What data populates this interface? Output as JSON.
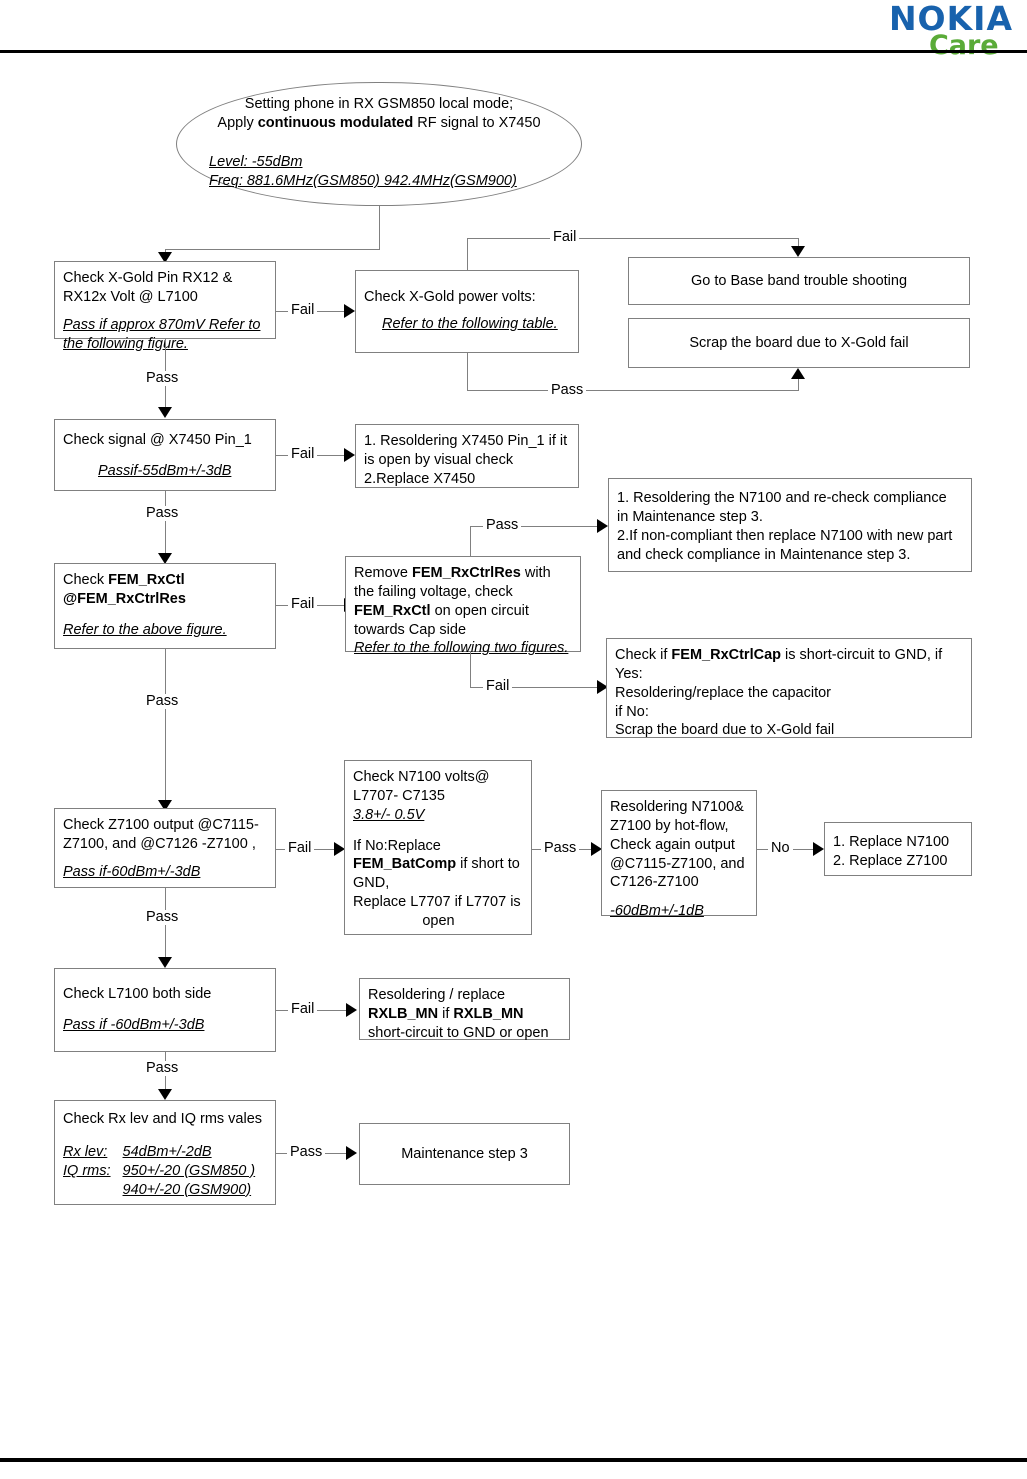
{
  "header": {
    "brand_primary": "NOKIA",
    "brand_secondary": "Care"
  },
  "diagram": {
    "title": "RX GSM850 receiver troubleshooting flowchart",
    "start": {
      "line1": "Setting phone in RX GSM850 local mode;",
      "line2_pre": "Apply ",
      "line2_bold": "continuous modulated",
      "line2_post": " RF signal  to X7450",
      "spec1": "Level: -55dBm",
      "spec2": "Freq: 881.6MHz(GSM850) 942.4MHz(GSM900)"
    },
    "nodes": {
      "check_xgold_pin": {
        "l1": "Check X-Gold Pin RX12 &",
        "l2": "RX12x Volt @ L7100",
        "l3": "Pass if approx 870mV Refer to",
        "l4": "the following figure."
      },
      "check_xgold_power": {
        "l1": "Check X-Gold power volts:",
        "l2": "Refer to the following table."
      },
      "baseband": {
        "text": "Go to Base band trouble shooting"
      },
      "scrap_board": {
        "text": "Scrap the board due to X-Gold fail"
      },
      "check_signal_x7450": {
        "l1": "Check signal @ X7450 Pin_1",
        "l2": "Passif-55dBm+/-3dB"
      },
      "resolder_x7450": {
        "l1": "1. Resoldering X7450 Pin_1 if it",
        "l2": "is open by visual check",
        "l3": "2.Replace X7450"
      },
      "check_fem_rxctl": {
        "l1_pre": "Check ",
        "l1_bold": "FEM_RxCtl",
        "l2_bold": "@FEM_RxCtrlRes",
        "l3": "Refer to the above figure."
      },
      "remove_fem_res": {
        "l1_pre": "Remove ",
        "l1_bold": "FEM_RxCtrlRes",
        "l1_post": " with",
        "l2": "the failing voltage, check",
        "l3_bold": "FEM_RxCtl",
        "l3_post": " on open circuit",
        "l4": "towards Cap side",
        "l5": "Refer to the following two figures."
      },
      "n7100_compliance": {
        "l1": "1. Resoldering  the  N7100 and re-check compliance",
        "l2": "in Maintenance step 3.",
        "l3": "2.If non-compliant then replace N7100 with new part",
        "l4": "and check compliance in Maintenance step 3."
      },
      "fem_rxctrlcap": {
        "l1_pre": "Check if  ",
        "l1_bold": "FEM_RxCtrlCap",
        "l1_post": " is short-circuit to GND, if",
        "l2": "Yes:",
        "l3": "Resoldering/replace the capacitor",
        "l4": "if No:",
        "l5": "Scrap the board due to X-Gold fail"
      },
      "check_z7100": {
        "l1": "Check Z7100 output  @C7115-",
        "l2": "Z7100, and @C7126 -Z7100 ,",
        "l3": "Pass if-60dBm+/-3dB"
      },
      "check_n7100_volts": {
        "l1": "Check N7100 volts@",
        "l2": "L7707- C7135",
        "l3": "3.8+/- 0.5V",
        "l4": "If No:Replace",
        "l5_bold": "FEM_BatComp",
        "l5_post": " if short  to",
        "l6": "GND,",
        "l7": " Replace L7707 if L7707 is",
        "l8": "open"
      },
      "resolder_n7100": {
        "l1": "Resoldering  N7100&",
        "l2": "Z7100 by hot-flow,",
        "l3": "Check again output",
        "l4": "@C7115-Z7100,  and",
        "l5": "C7126-Z7100",
        "l6": "-60dBm+/-1dB"
      },
      "replace_parts": {
        "l1": "1. Replace N7100",
        "l2": "2. Replace Z7100"
      },
      "check_l7100": {
        "l1": "Check L7100 both side",
        "l2": "Pass if -60dBm+/-3dB"
      },
      "resolder_rxlb": {
        "l1": "Resoldering / replace",
        "l2_bold": "RXLB_MN",
        "l2_mid": " if ",
        "l2_bold2": "RXLB_MN",
        "l3": "short-circuit to GND or open"
      },
      "check_rx_lev": {
        "l1": "Check Rx lev and IQ rms vales",
        "label1": "Rx lev:",
        "value1": "54dBm+/-2dB",
        "label2": "IQ rms:",
        "value2": "950+/-20 (GSM850 )",
        "value3": "940+/-20 (GSM900)"
      },
      "maintenance_step3": {
        "text": "Maintenance step 3"
      }
    },
    "edge_labels": {
      "fail_1": "Fail",
      "fail_top_right": "Fail",
      "pass_1": "Pass",
      "pass_bottom_right": "Pass",
      "fail_2": "Fail",
      "pass_2": "Pass",
      "fail_3": "Fail",
      "pass_3": "Pass",
      "pass_fem_top": "Pass",
      "fail_fem_bottom": "Fail",
      "pass_4": "Pass",
      "fail_4": "Fail",
      "pass_5": "Pass",
      "no_1": "No",
      "pass_6": "Pass",
      "fail_5": "Fail",
      "pass_7": "Pass",
      "pass_8": "Pass"
    },
    "colors": {
      "brand_blue": "#1862ad",
      "brand_green": "#5aab38",
      "line": "#808080",
      "arrow": "#000000",
      "box_border": "#808080"
    }
  }
}
